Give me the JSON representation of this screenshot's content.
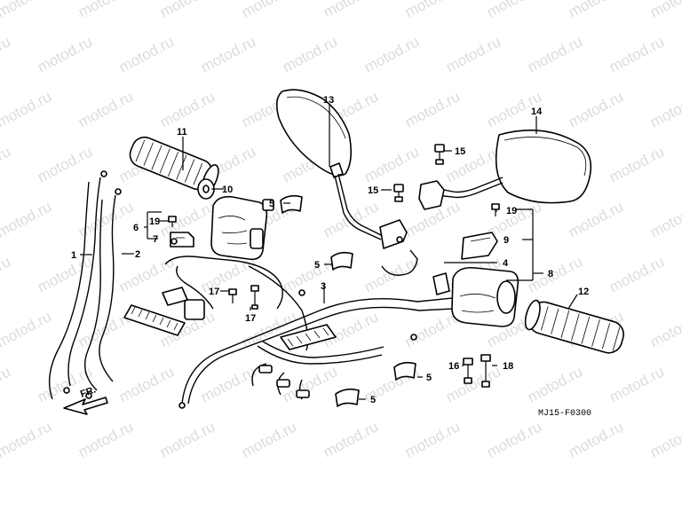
{
  "watermark": {
    "text": "motod.ru"
  },
  "diagram": {
    "callouts": {
      "c1": "1",
      "c2": "2",
      "c3": "3",
      "c4": "4",
      "c5a": "5",
      "c5b": "5",
      "c5c": "5",
      "c5d": "5",
      "c6": "6",
      "c7": "7",
      "c8": "8",
      "c9": "9",
      "c10": "10",
      "c11": "11",
      "c12": "12",
      "c13": "13",
      "c14": "14",
      "c15a": "15",
      "c15b": "15",
      "c16": "16",
      "c17a": "17",
      "c17b": "17",
      "c18": "18",
      "c19a": "19",
      "c19b": "19"
    },
    "direction_label": "FR.",
    "figure_code": "MJ15-F0300"
  }
}
